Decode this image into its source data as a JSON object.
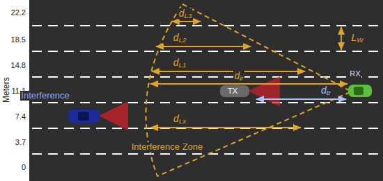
{
  "diagram": {
    "labels": [
      "22.2",
      "18.5",
      "14.8",
      "11.1",
      "7.4",
      "3.7",
      "0",
      "Meters",
      "dL3",
      "dL2",
      "LW",
      "dL1",
      "RX",
      "Interference",
      "dir",
      "TX",
      "dtr",
      "dLx",
      "Interference Zone"
    ]
  }
}
